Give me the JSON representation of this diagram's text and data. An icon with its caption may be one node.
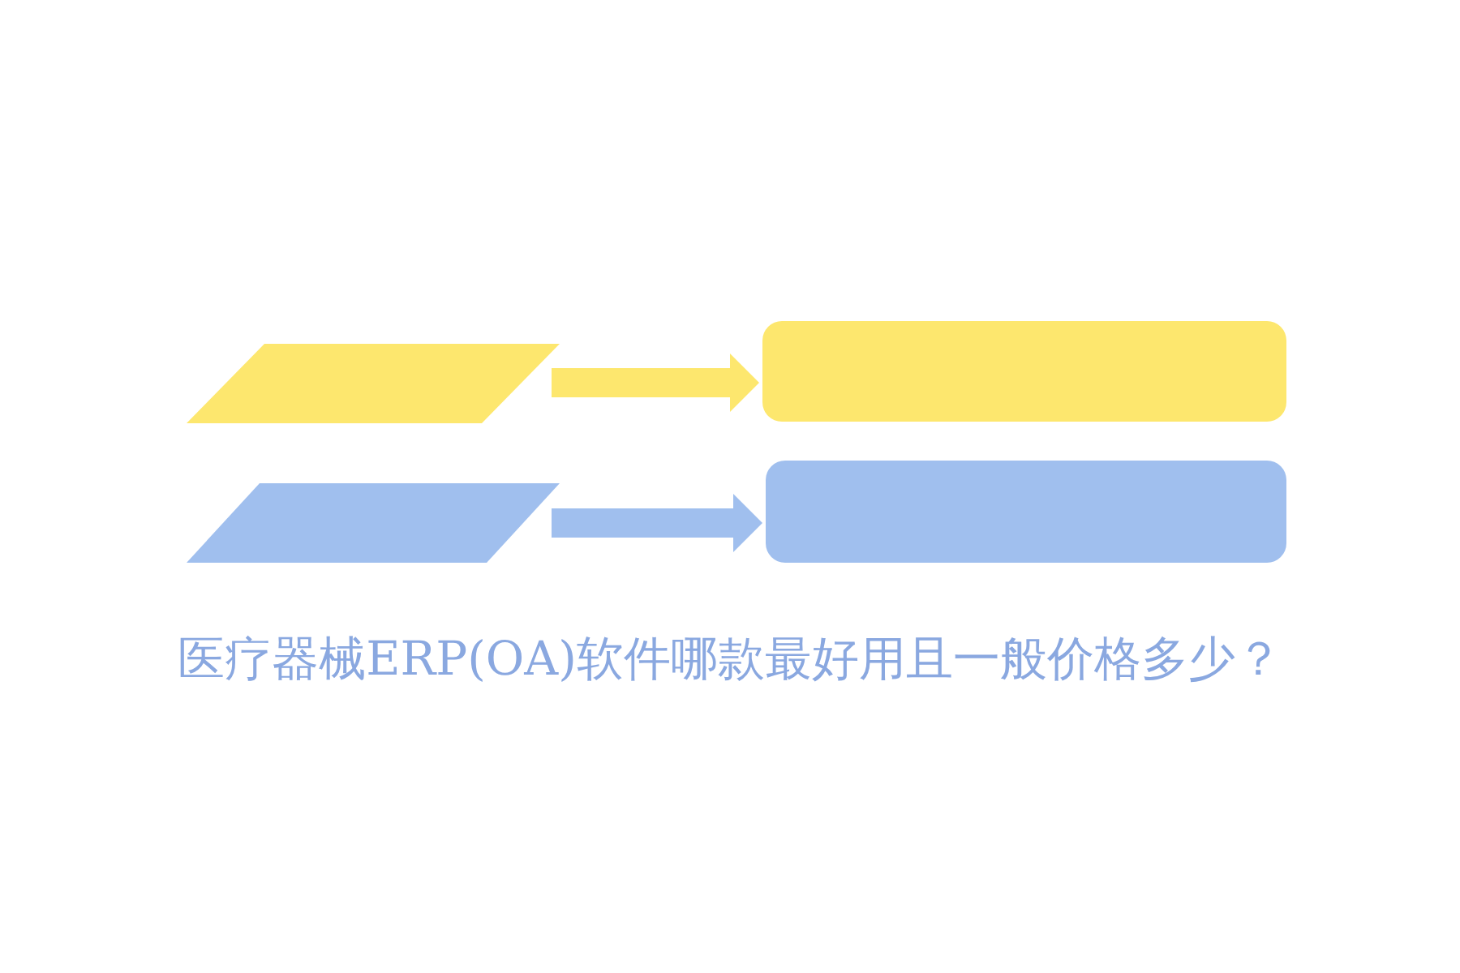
{
  "diagram": {
    "title": "医疗器械ERP(OA)软件哪款最好用且一般价格多少？",
    "nodes": [
      {
        "text": [],
        "shape": "parallelogram"
      },
      {
        "text": [],
        "shape": "box"
      },
      {
        "text": [],
        "shape": "parallelogram"
      },
      {
        "text": [],
        "shape": "box"
      }
    ],
    "edges": [
      {
        "from": 0,
        "to": 1,
        "arrow": "to",
        "style": "thick",
        "color": "#fde76e"
      },
      {
        "from": 2,
        "to": 3,
        "arrow": "to",
        "style": "thick",
        "color": "#a0bfee"
      }
    ]
  }
}
